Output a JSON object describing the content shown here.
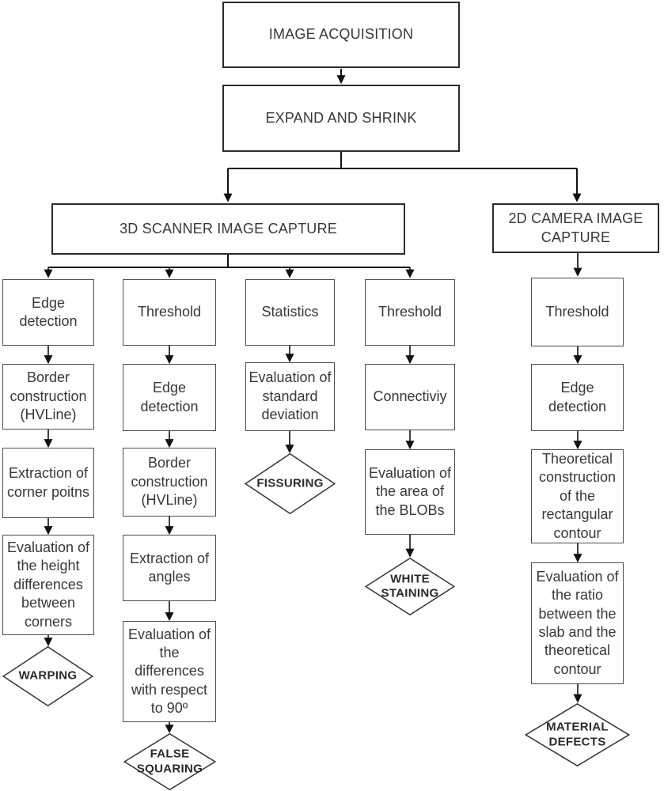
{
  "flowchart": {
    "root": "IMAGE ACQUISITION",
    "step2": "EXPAND AND SHRINK",
    "branches": {
      "scanner3d": "3D SCANNER IMAGE CAPTURE",
      "camera2d": "2D CAMERA IMAGE CAPTURE"
    },
    "pipelines": {
      "warping": {
        "steps": [
          "Edge detection",
          "Border construction (HVLine)",
          "Extraction of corner poitns",
          "Evaluation of the height differences between corners"
        ],
        "result": "WARPING"
      },
      "false_squaring": {
        "steps": [
          "Threshold",
          "Edge detection",
          "Border construction (HVLine)",
          "Extraction of angles",
          "Evaluation of the differences with respect to 90º"
        ],
        "result": "FALSE SQUARING"
      },
      "fissuring": {
        "steps": [
          "Statistics",
          "Evaluation of standard deviation"
        ],
        "result": "FISSURING"
      },
      "white_staining": {
        "steps": [
          "Threshold",
          "Connectiviy",
          "Evaluation of the area of the BLOBs"
        ],
        "result": "WHITE STAINING"
      },
      "material_defects": {
        "steps": [
          "Threshold",
          "Edge detection",
          "Theoretical construction of the rectangular contour",
          "Evaluation of the ratio between the slab and the theoretical contour"
        ],
        "result": "MATERIAL DEFECTS"
      }
    },
    "colors": {
      "line": "#111111",
      "box_border": "#4d4d4d",
      "header_border": "#2b2b2b",
      "text": "#383838"
    }
  }
}
